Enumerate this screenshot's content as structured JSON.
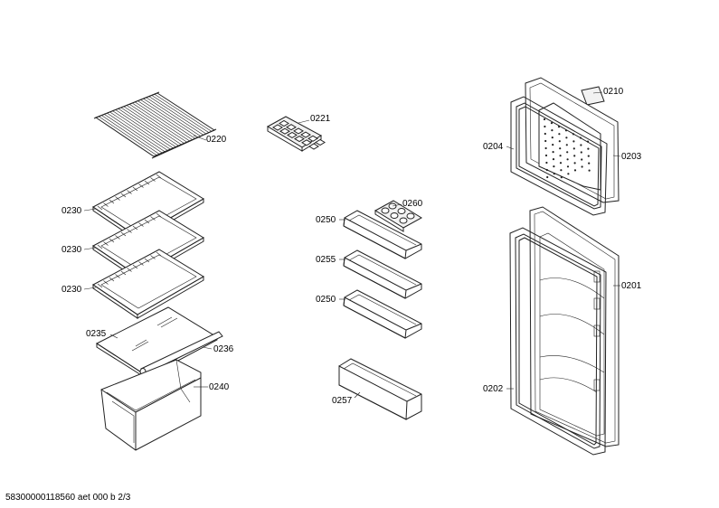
{
  "parts": [
    {
      "id": "p0220",
      "number": "0220",
      "item": "wire-shelf"
    },
    {
      "id": "p0221",
      "number": "0221",
      "item": "ice-cube-tray"
    },
    {
      "id": "p0210",
      "number": "0210",
      "item": "label-plate"
    },
    {
      "id": "p0204",
      "number": "0204",
      "item": "freezer-door-gasket"
    },
    {
      "id": "p0203",
      "number": "0203",
      "item": "freezer-door"
    },
    {
      "id": "p0260",
      "number": "0260",
      "item": "egg-tray"
    },
    {
      "id": "p0230a",
      "number": "0230",
      "item": "glass-shelf-1"
    },
    {
      "id": "p0230b",
      "number": "0230",
      "item": "glass-shelf-2"
    },
    {
      "id": "p0230c",
      "number": "0230",
      "item": "glass-shelf-3"
    },
    {
      "id": "p0250a",
      "number": "0250",
      "item": "door-shelf-1"
    },
    {
      "id": "p0255",
      "number": "0255",
      "item": "door-shelf-2"
    },
    {
      "id": "p0250b",
      "number": "0250",
      "item": "door-shelf-3"
    },
    {
      "id": "p0201",
      "number": "0201",
      "item": "fridge-door"
    },
    {
      "id": "p0235",
      "number": "0235",
      "item": "crisper-cover-glass"
    },
    {
      "id": "p0236",
      "number": "0236",
      "item": "cover-strip"
    },
    {
      "id": "p0240",
      "number": "0240",
      "item": "crisper-drawer"
    },
    {
      "id": "p0257",
      "number": "0257",
      "item": "bottle-shelf"
    },
    {
      "id": "p0202",
      "number": "0202",
      "item": "fridge-door-gasket"
    }
  ],
  "footer": {
    "document_id": "58300000118560 aet 000 b 2/3"
  }
}
